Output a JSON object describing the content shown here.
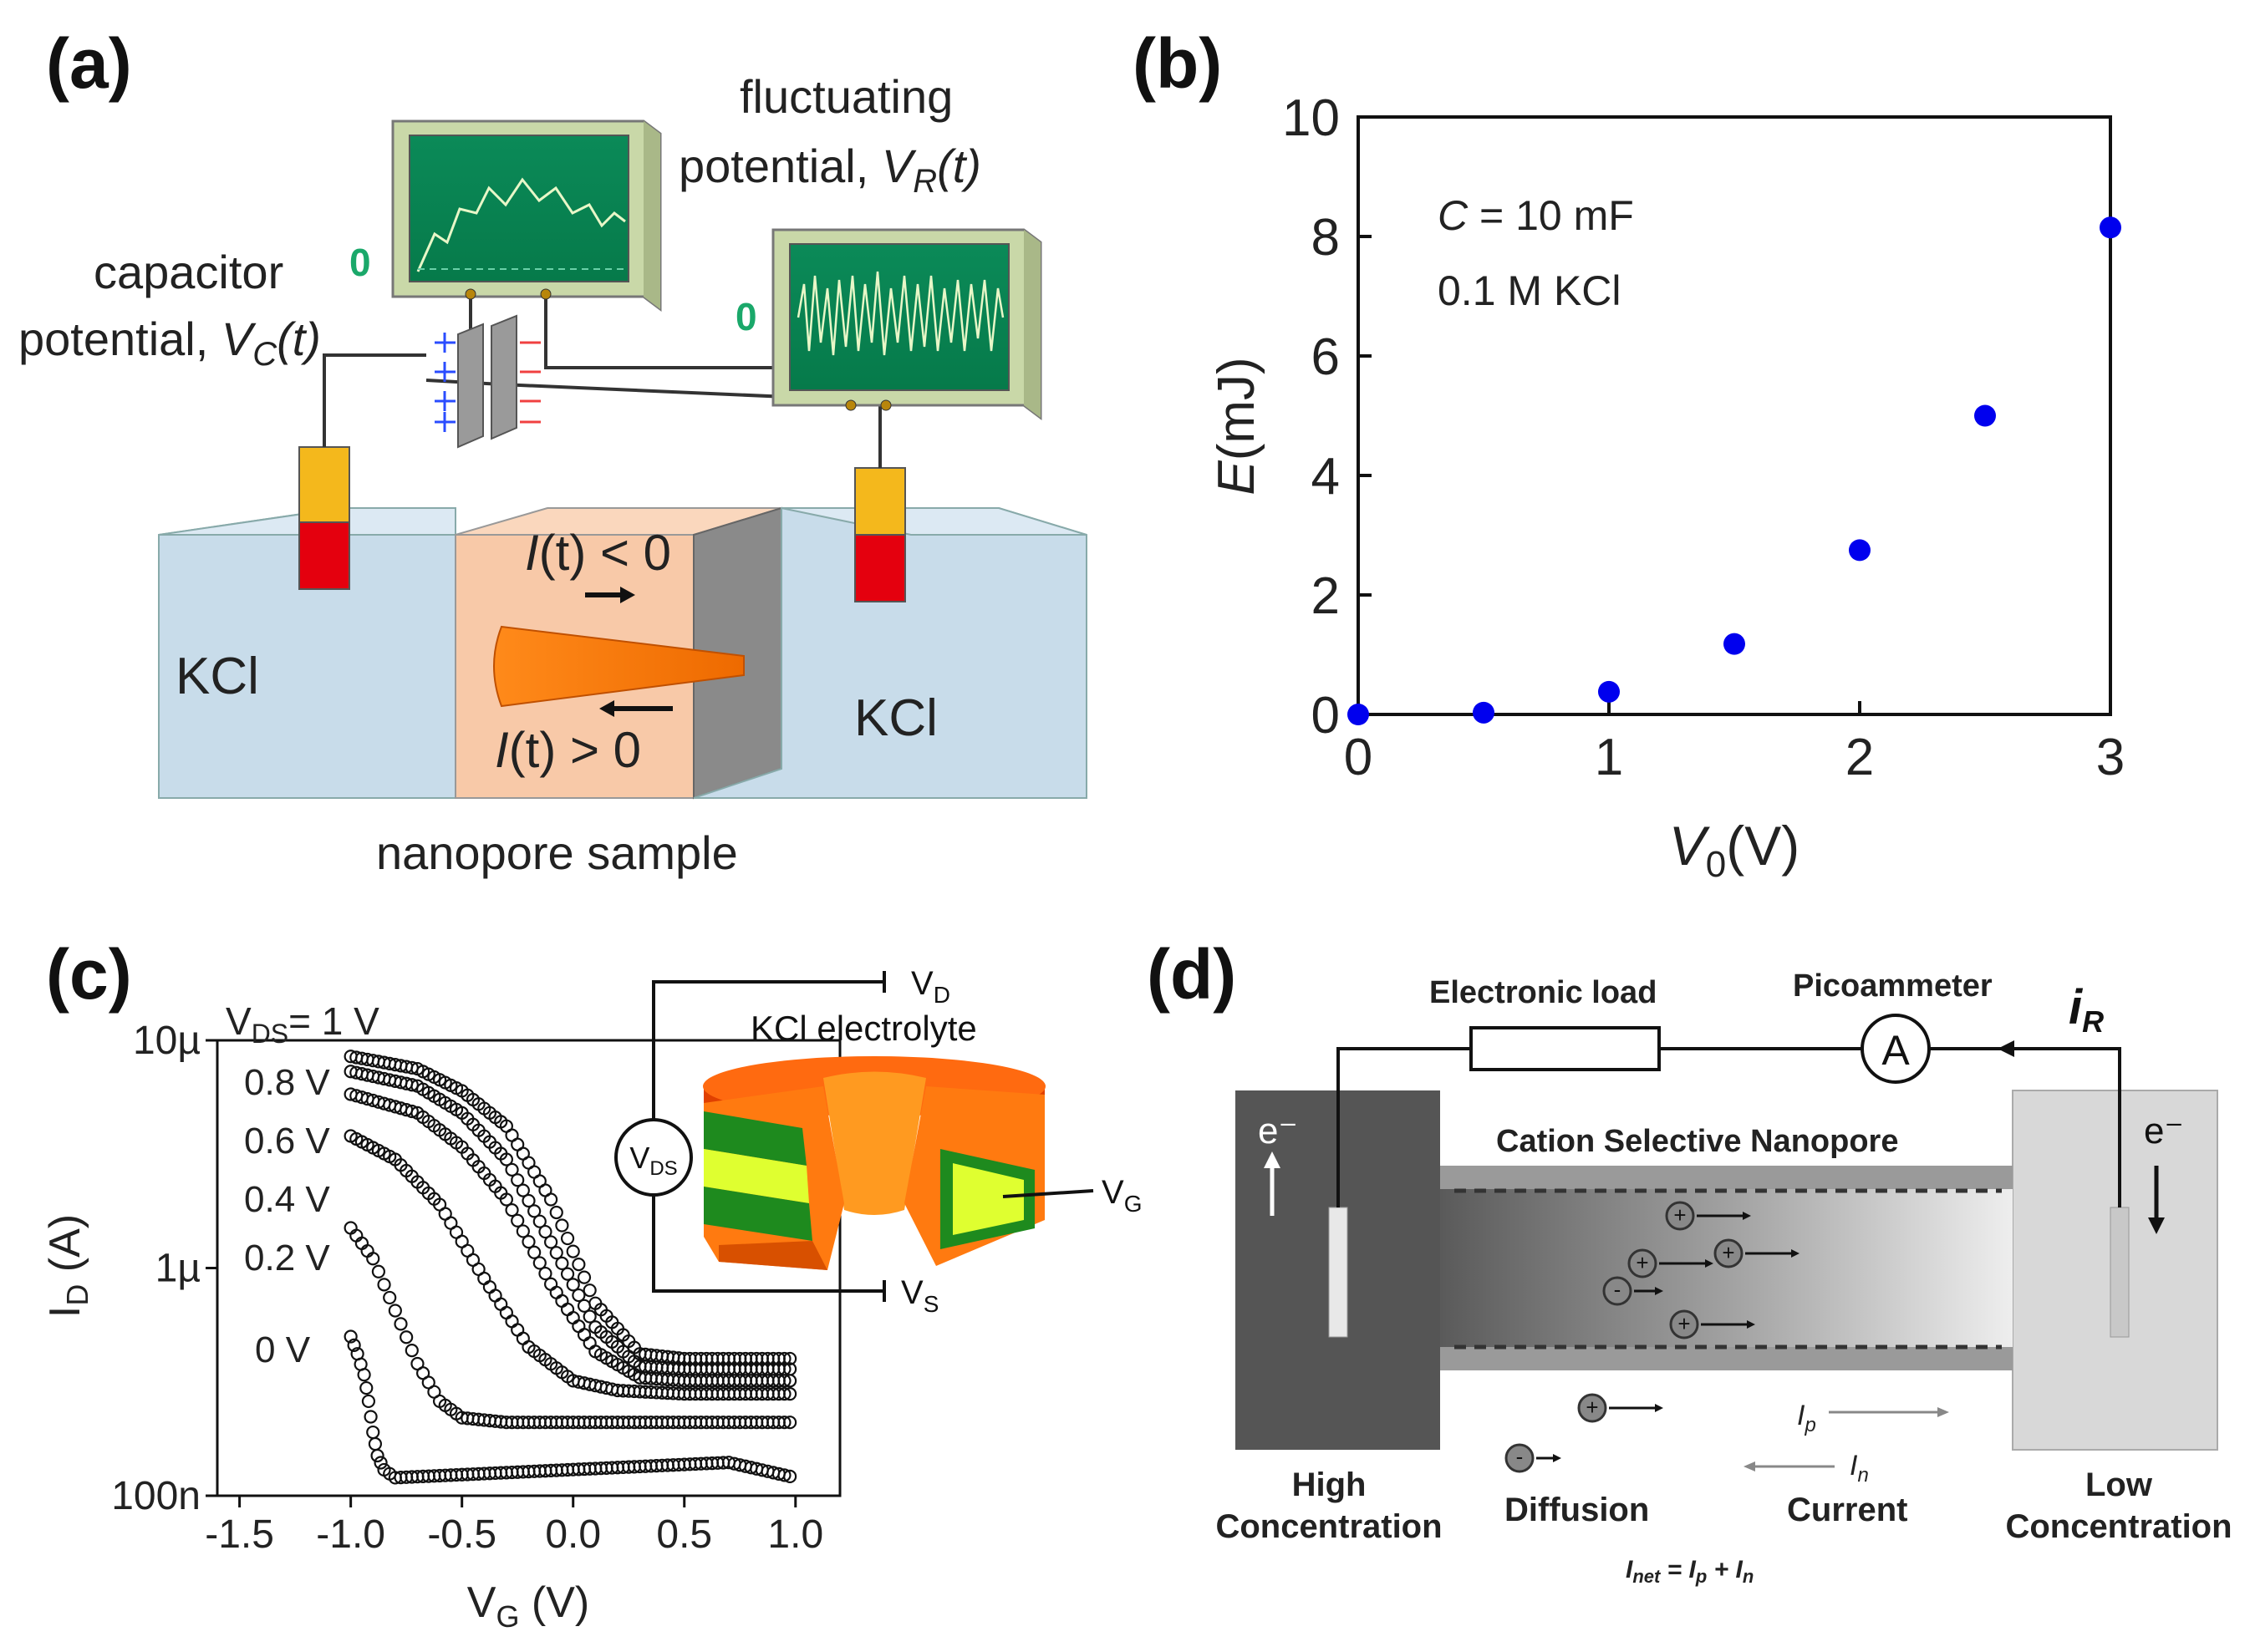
{
  "panel_labels": {
    "a": "(a)",
    "b": "(b)",
    "c": "(c)",
    "d": "(d)"
  },
  "panel_a": {
    "fluct_line1": "fluctuating",
    "fluct_line2_pre": "potential, ",
    "fluct_V": "V",
    "fluct_sub": "R",
    "fluct_t": "(t)",
    "cap_line1": "capacitor",
    "cap_line2_pre": "potential, ",
    "cap_V": "V",
    "cap_sub": "C",
    "cap_t": "(t)",
    "zero_left": "0",
    "zero_right": "0",
    "kcl_left": "KCl",
    "kcl_right": "KCl",
    "current_top_I": "I",
    "current_top_rest": "(t) < 0",
    "current_bottom_I": "I",
    "current_bottom_rest": "(t) > 0",
    "sample_caption": "nanopore sample"
  },
  "panel_b": {
    "annotation_C": "C",
    "annotation_C_rest": " = 10 mF",
    "annotation_conc": "0.1 M KCl",
    "ylabel_E": "E",
    "ylabel_unit": "(mJ)",
    "xlabel_V": "V",
    "xlabel_sub": "0",
    "xlabel_unit": "(V)",
    "x_ticks": [
      "0",
      "1",
      "2",
      "3"
    ],
    "y_ticks": [
      "0",
      "2",
      "4",
      "6",
      "8",
      "10"
    ]
  },
  "panel_c": {
    "xlabel_V": "V",
    "xlabel_sub": "G",
    "xlabel_unit": " (V)",
    "ylabel_I": "I",
    "ylabel_sub": "D",
    "ylabel_unit": " (A)",
    "x_ticks": [
      "-1.5",
      "-1.0",
      "-0.5",
      "0.0",
      "0.5",
      "1.0"
    ],
    "y_ticks": [
      "10µ",
      "1µ",
      "100n"
    ],
    "vds_label_V": "V",
    "vds_label_sub": "DS",
    "vds_label_rest": "= 1 V",
    "curve_labels": [
      "0.8 V",
      "0.6 V",
      "0.4 V",
      "0.2 V",
      "0 V"
    ],
    "inset_title": "KCl electrolyte",
    "inset_vd": "V",
    "inset_vd_sub": "D",
    "inset_vs": "V",
    "inset_vs_sub": "S",
    "inset_vg": "V",
    "inset_vg_sub": "G",
    "inset_vds": "V",
    "inset_vds_sub": "DS"
  },
  "panel_d": {
    "electronic_load": "Electronic  load",
    "picoammeter": "Picoammeter",
    "ammeter_symbol": "A",
    "iR_i": "i",
    "iR_sub": "R",
    "nanopore_title": "Cation Selective Nanopore",
    "electron_left": "e⁻",
    "electron_right": "e⁻",
    "high_line1": "High",
    "high_line2": "Concentration",
    "low_line1": "Low",
    "low_line2": "Concentration",
    "diffusion": "Diffusion",
    "current": "Current",
    "Ip": "I",
    "Ip_sub": "p",
    "In": "I",
    "In_sub": "n",
    "inet_formula": "I",
    "inet_sub": "net",
    "inet_rest1": " = I",
    "inet_sub2": "p",
    "inet_rest2": " + I",
    "inet_sub3": "n"
  },
  "chart_data": [
    {
      "type": "scatter",
      "title": "",
      "xlabel": "V0(V)",
      "ylabel": "E(mJ)",
      "xlim": [
        0,
        3
      ],
      "ylim": [
        0,
        10
      ],
      "x_ticks": [
        0,
        1,
        2,
        3
      ],
      "y_ticks": [
        0,
        2,
        4,
        6,
        8,
        10
      ],
      "series": [
        {
          "x": [
            0,
            0.5,
            1.0,
            1.5,
            2.0,
            2.5,
            3.0
          ],
          "y": [
            0.0,
            0.03,
            0.38,
            1.18,
            2.75,
            5.0,
            8.15
          ],
          "color": "#0000ee"
        }
      ]
    },
    {
      "type": "scatter",
      "title": "",
      "xlabel": "VG (V)",
      "ylabel": "ID (A)",
      "xlim": [
        -1.6,
        1.2
      ],
      "ylim": [
        1e-07,
        1e-05
      ],
      "y_scale": "log",
      "x_ticks": [
        -1.5,
        -1.0,
        -0.5,
        0.0,
        0.5,
        1.0
      ],
      "series": [
        {
          "name": "1 V",
          "x": [
            -1.0,
            -0.7,
            -0.5,
            -0.3,
            -0.1,
            0.1,
            0.3,
            0.5,
            0.8,
            1.0
          ],
          "y": [
            8.5e-06,
            7.5e-06,
            6e-06,
            4.2e-06,
            2e-06,
            7e-07,
            4.2e-07,
            4e-07,
            4e-07,
            4e-07
          ]
        },
        {
          "name": "0.8 V",
          "x": [
            -1.0,
            -0.7,
            -0.5,
            -0.3,
            -0.1,
            0.1,
            0.3,
            0.5,
            0.8,
            1.0
          ],
          "y": [
            7.3e-06,
            6.3e-06,
            4.8e-06,
            3e-06,
            1.3e-06,
            5.5e-07,
            3.7e-07,
            3.6e-07,
            3.6e-07,
            3.6e-07
          ]
        },
        {
          "name": "0.6 V",
          "x": [
            -1.0,
            -0.7,
            -0.5,
            -0.3,
            -0.1,
            0.1,
            0.3,
            0.5,
            0.8,
            1.0
          ],
          "y": [
            5.8e-06,
            4.8e-06,
            3.4e-06,
            2e-06,
            8.5e-07,
            4.3e-07,
            3.3e-07,
            3.2e-07,
            3.2e-07,
            3.2e-07
          ]
        },
        {
          "name": "0.4 V",
          "x": [
            -1.0,
            -0.8,
            -0.6,
            -0.4,
            -0.2,
            0.0,
            0.2,
            0.5,
            0.8,
            1.0
          ],
          "y": [
            3.8e-06,
            3e-06,
            1.9e-06,
            9e-07,
            4.5e-07,
            3.2e-07,
            2.9e-07,
            2.8e-07,
            2.8e-07,
            2.8e-07
          ]
        },
        {
          "name": "0.2 V",
          "x": [
            -1.0,
            -0.9,
            -0.8,
            -0.7,
            -0.6,
            -0.5,
            -0.3,
            0.0,
            0.5,
            1.0
          ],
          "y": [
            1.5e-06,
            1.1e-06,
            6.5e-07,
            3.8e-07,
            2.6e-07,
            2.2e-07,
            2.1e-07,
            2.1e-07,
            2.1e-07,
            2.1e-07
          ]
        },
        {
          "name": "0 V",
          "x": [
            -1.0,
            -0.97,
            -0.94,
            -0.92,
            -0.9,
            -0.88,
            -0.85,
            -0.8,
            0.7,
            1.0
          ],
          "y": [
            5e-07,
            4.2e-07,
            3.4e-07,
            2.6e-07,
            1.9e-07,
            1.5e-07,
            1.3e-07,
            1.2e-07,
            1.4e-07,
            1.2e-07
          ]
        }
      ]
    }
  ]
}
